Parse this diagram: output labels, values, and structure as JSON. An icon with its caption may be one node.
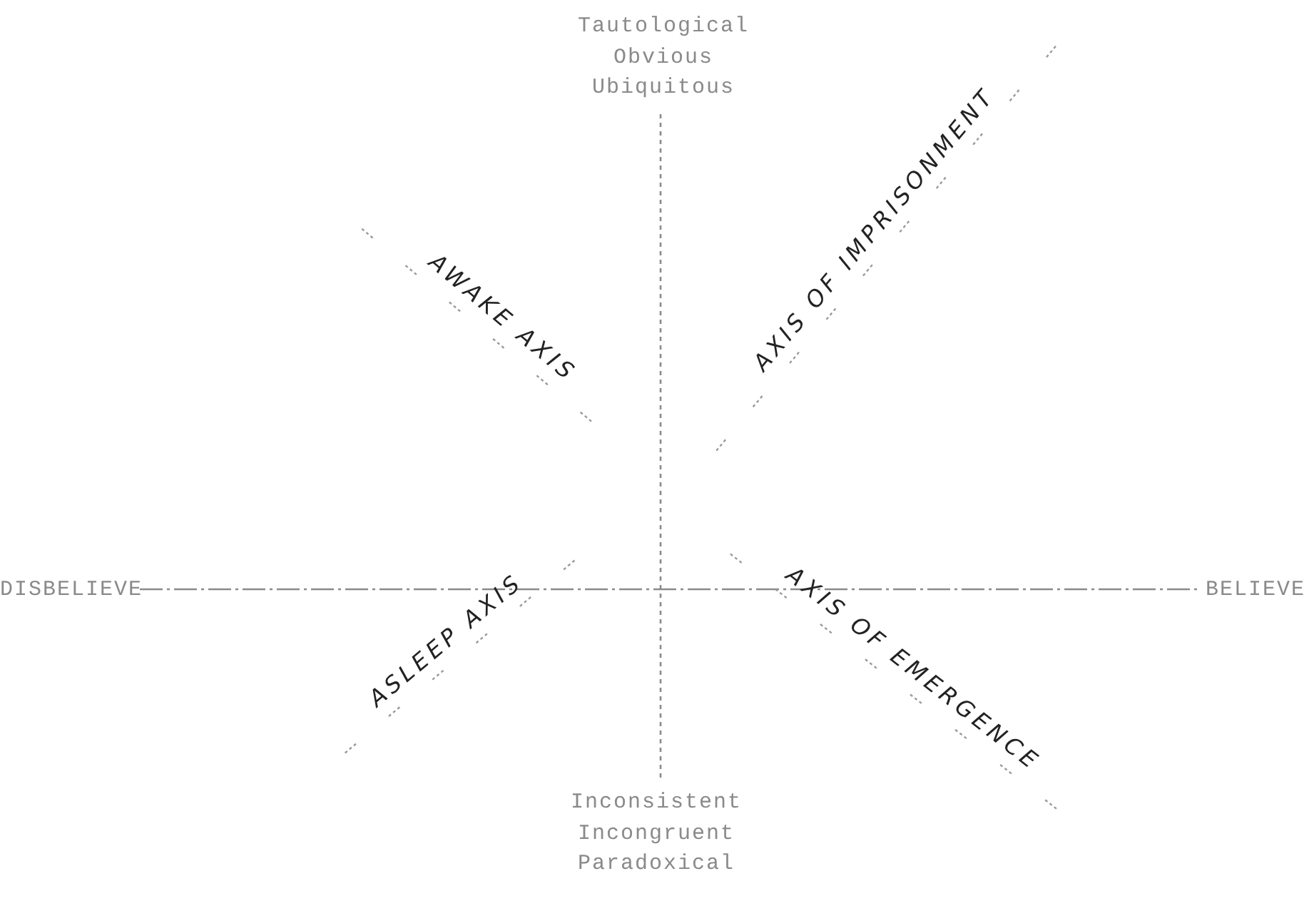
{
  "diagram": {
    "nodes": [
      {
        "text": [
          "Tautological",
          "Obvious",
          "Ubiquitous"
        ]
      },
      {
        "text": [
          "Inconsistent",
          "Incongruent",
          "Paradoxical"
        ]
      },
      {
        "text": [
          "DISBELIEVE"
        ]
      },
      {
        "text": [
          "BELIEVE"
        ]
      }
    ],
    "edges": [
      {
        "from": 0,
        "to": 1,
        "arrow": "none"
      },
      {
        "from": 2,
        "to": 3,
        "arrow": "none"
      }
    ],
    "labels": [
      "AXIS OF IMPRISONMENT",
      "AWAKE AXIS",
      "AXIS OF EMERGENCE",
      "ASLEEP AXIS"
    ]
  }
}
